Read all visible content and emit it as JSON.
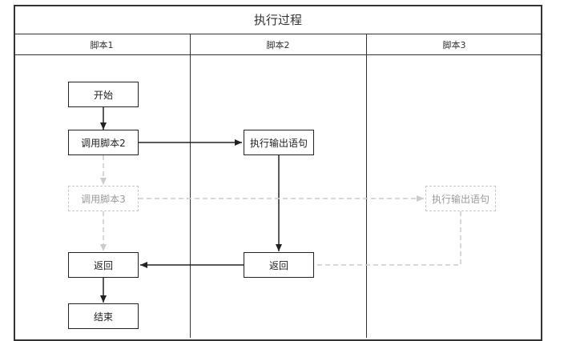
{
  "title": "执行过程",
  "lanes": [
    "脚本1",
    "脚本2",
    "脚本3"
  ],
  "nodes": {
    "start": "开始",
    "call_script2": "调用脚本2",
    "call_script3": "调用脚本3",
    "return_lane1": "返回",
    "end": "结束",
    "exec_output_lane2": "执行输出语句",
    "return_lane2": "返回",
    "exec_output_lane3": "执行输出语句"
  },
  "colors": {
    "line": "#333333",
    "faded": "#cccccc"
  }
}
